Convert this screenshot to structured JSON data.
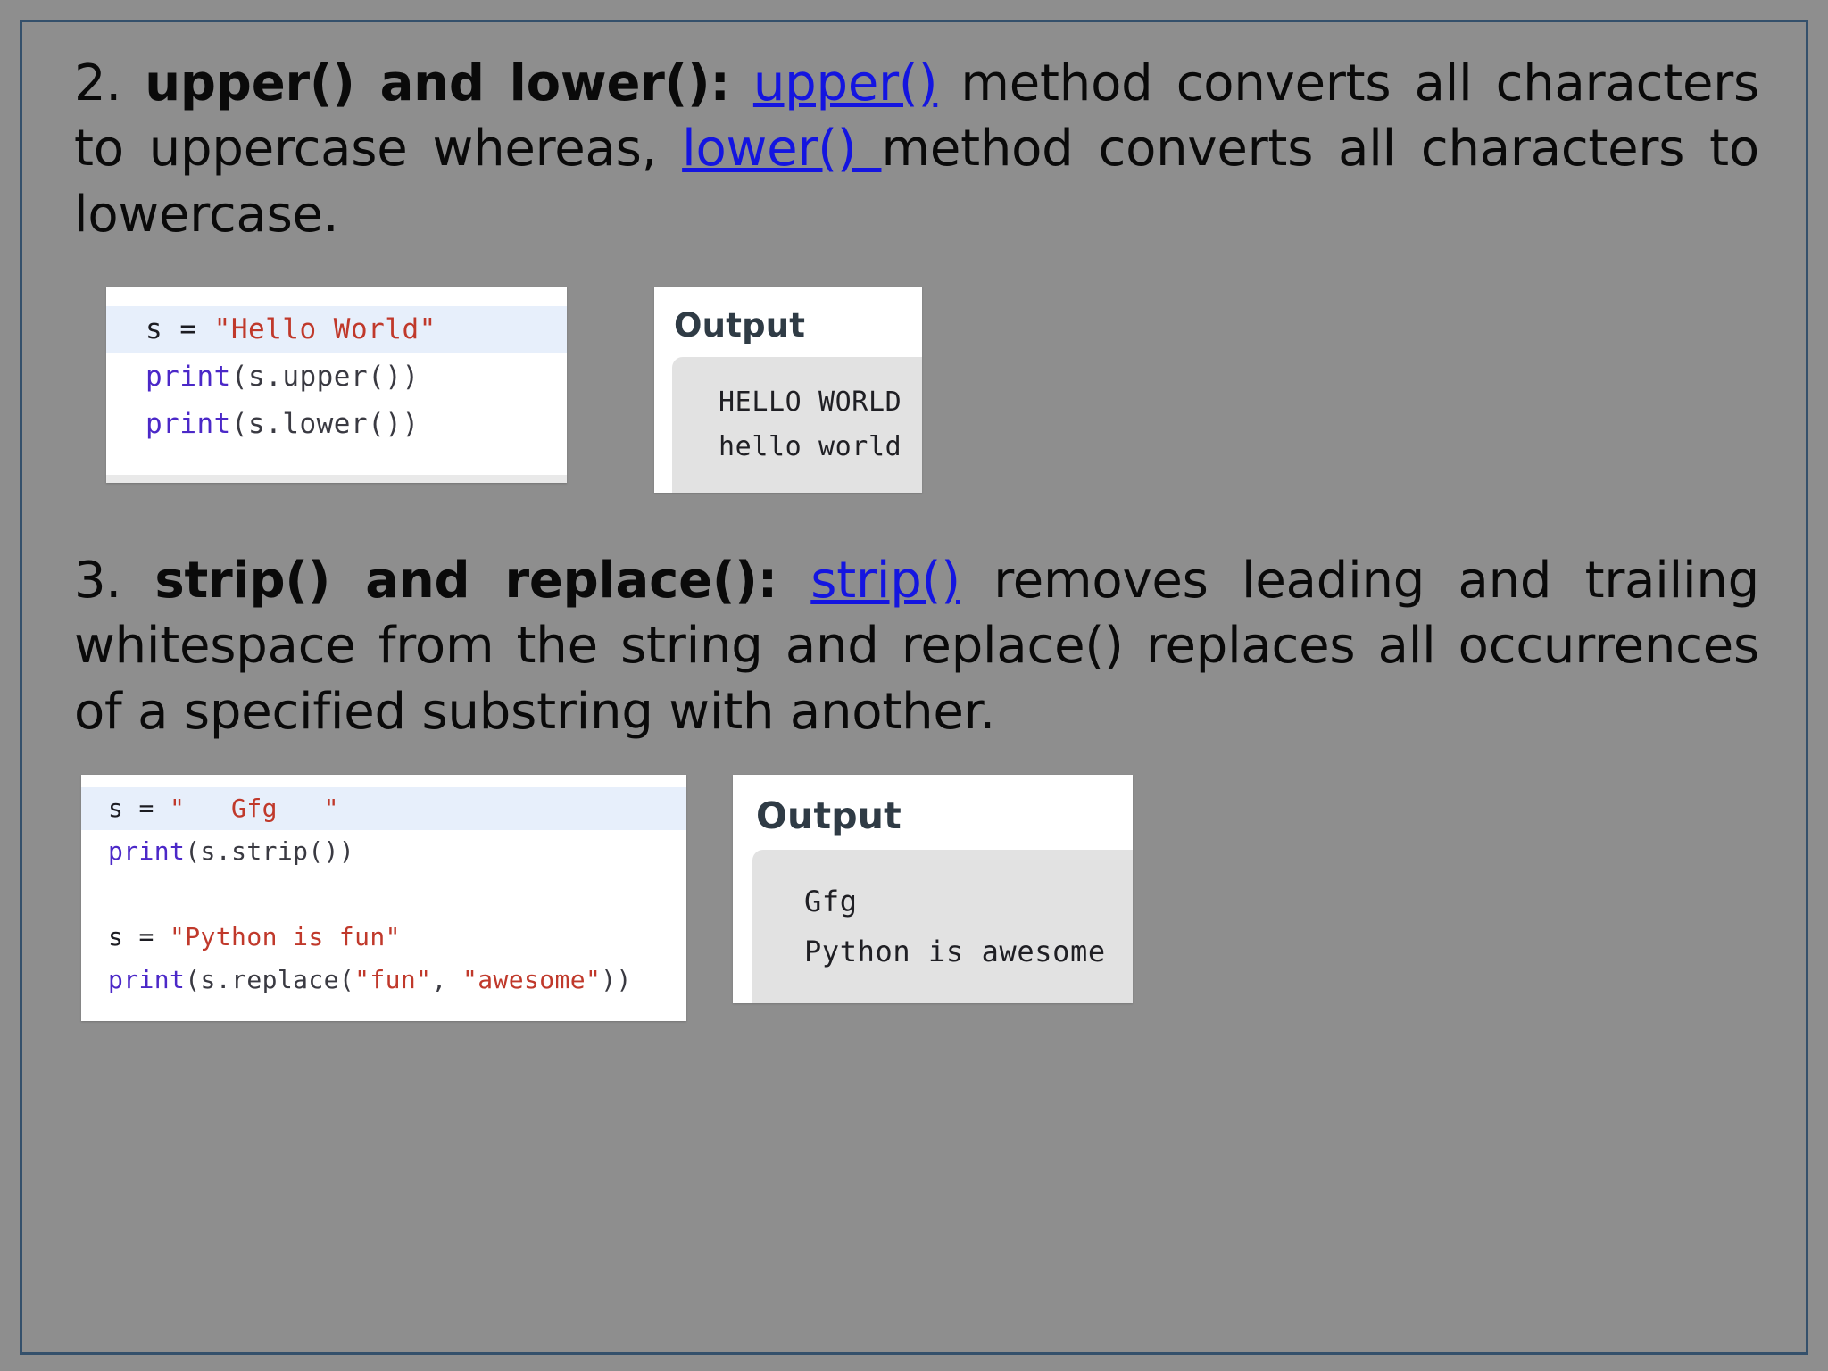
{
  "slide": {
    "background_color": "#8e8e8e",
    "border_color": "#34506b",
    "link_color": "#1415e0"
  },
  "sections": [
    {
      "number": "2.",
      "title": "upper() and lower()",
      "colon": ":",
      "link_text": "upper()",
      "body_part1": " method converts all characters to uppercase whereas, ",
      "link_text2": "lower() ",
      "body_part2": "method converts all characters to lowercase.",
      "code": {
        "lines": [
          {
            "highlight": true,
            "tokens": [
              {
                "t": "s = ",
                "c": "plain"
              },
              {
                "t": "\"Hello World\"",
                "c": "str"
              }
            ]
          },
          {
            "highlight": false,
            "tokens": [
              {
                "t": "print",
                "c": "kw"
              },
              {
                "t": "(s.upper())",
                "c": "punct"
              }
            ]
          },
          {
            "highlight": false,
            "tokens": [
              {
                "t": "print",
                "c": "kw"
              },
              {
                "t": "(s.lower())",
                "c": "punct"
              }
            ]
          }
        ]
      },
      "output": {
        "title": "Output",
        "lines": [
          "HELLO WORLD",
          "hello world"
        ]
      }
    },
    {
      "number": "3.",
      "title": "strip() and replace()",
      "colon": ":",
      "link_text": "strip()",
      "body_part1": " removes leading and trailing whitespace from the string and replace() replaces all occurrences of a specified substring with another.",
      "code": {
        "lines": [
          {
            "highlight": true,
            "tokens": [
              {
                "t": "s = ",
                "c": "plain"
              },
              {
                "t": "\"   Gfg   \"",
                "c": "str"
              }
            ]
          },
          {
            "highlight": false,
            "tokens": [
              {
                "t": "print",
                "c": "kw"
              },
              {
                "t": "(s.strip())",
                "c": "punct"
              }
            ]
          },
          {
            "highlight": false,
            "blank": true,
            "tokens": [
              {
                "t": " ",
                "c": "plain"
              }
            ]
          },
          {
            "highlight": false,
            "tokens": [
              {
                "t": "s = ",
                "c": "plain"
              },
              {
                "t": "\"Python is fun\"",
                "c": "str"
              }
            ]
          },
          {
            "highlight": false,
            "tokens": [
              {
                "t": "print",
                "c": "kw"
              },
              {
                "t": "(s.replace(",
                "c": "punct"
              },
              {
                "t": "\"fun\"",
                "c": "str"
              },
              {
                "t": ", ",
                "c": "punct"
              },
              {
                "t": "\"awesome\"",
                "c": "str"
              },
              {
                "t": "))",
                "c": "punct"
              }
            ]
          }
        ]
      },
      "output": {
        "title": "Output",
        "lines": [
          "Gfg",
          "Python is awesome"
        ]
      }
    }
  ]
}
